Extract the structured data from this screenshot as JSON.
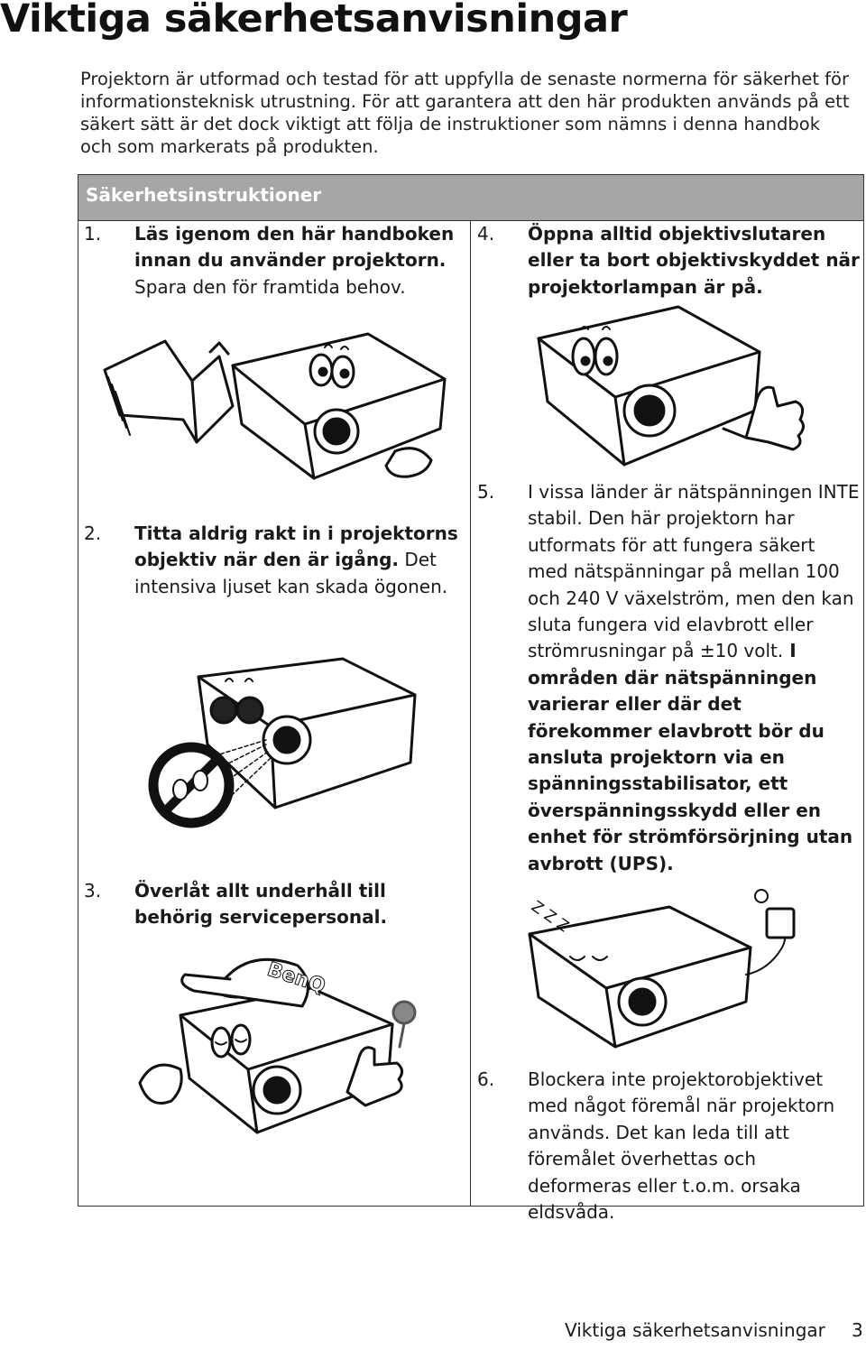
{
  "page_title": "Viktiga säkerhetsanvisningar",
  "intro": "Projektorn är utformad och testad för att uppfylla de senaste normerna för säkerhet för informationsteknisk utrustning. För att garantera att den här produkten används på ett säkert sätt är det dock viktigt att följa de instruktioner som nämns i denna handbok och som markerats på produkten.",
  "section_title": "Säkerhetsinstruktioner",
  "items": [
    {
      "num": "1.",
      "bold": "Läs igenom den här handboken innan du använder projektorn.",
      "rest": " Spara den för framtida behov."
    },
    {
      "num": "2.",
      "bold": "Titta aldrig rakt in i projektorns objektiv när den är igång.",
      "rest": " Det intensiva ljuset kan skada ögonen."
    },
    {
      "num": "3.",
      "bold": "Överlåt allt underhåll till behörig servicepersonal.",
      "rest": ""
    },
    {
      "num": "4.",
      "bold": "Öppna alltid objektivslutaren eller ta bort objektivskyddet när projektorlampan är på.",
      "rest": ""
    },
    {
      "num": "5.",
      "plain": "I vissa länder är nätspänningen INTE stabil. Den här projektorn har utformats för att fungera säkert med nätspänningar på mellan 100 och 240 V växelström, men den kan sluta fungera vid elavbrott eller strömrusningar på ±10 volt.",
      "bold": " I områden där nätspänningen varierar eller där det förekommer elavbrott bör du ansluta projektorn via en spänningsstabilisator, ett överspänningsskydd eller en enhet för strömförsörjning utan avbrott (UPS)."
    },
    {
      "num": "6.",
      "plain": "Blockera inte projektorobjektivet med något föremål när projektorn används. Det kan leda till att föremålet överhettas och deformeras eller t.o.m. orsaka eldsvåda."
    }
  ],
  "illustrations": {
    "cap_logo": "BenQ",
    "snore": "Z Z Z"
  },
  "footer": {
    "section": "Viktiga säkerhetsanvisningar",
    "page": "3"
  }
}
